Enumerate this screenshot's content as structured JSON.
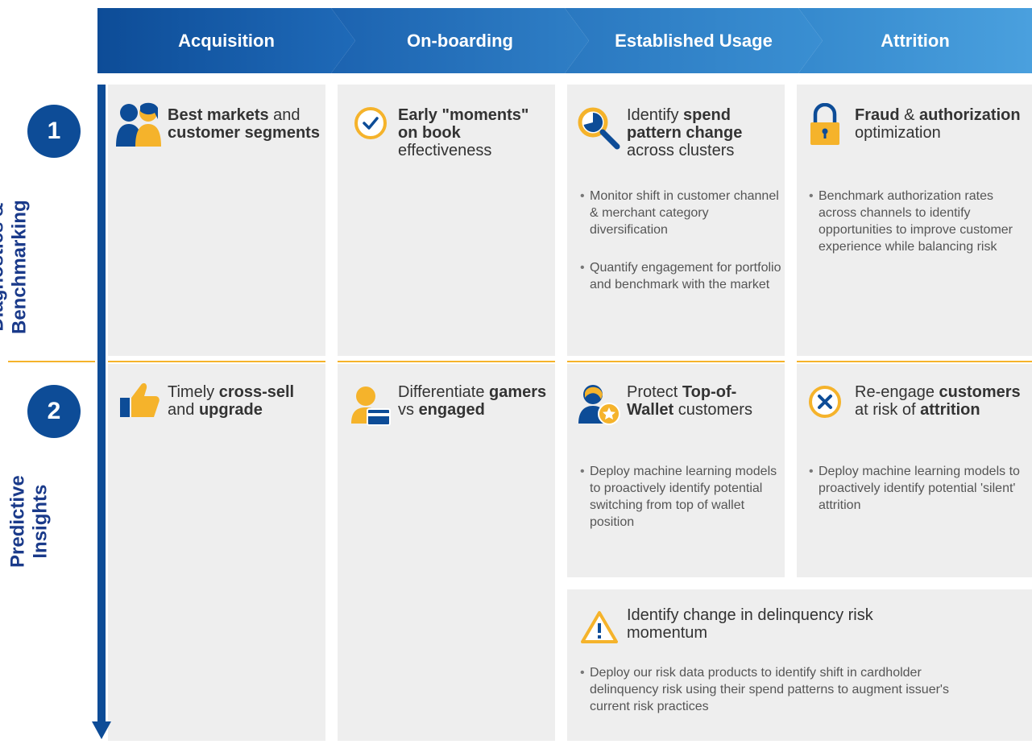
{
  "stages": [
    "Acquisition",
    "On-boarding",
    "Established Usage",
    "Attrition"
  ],
  "rows": [
    {
      "number": "1",
      "title_line1": "Diagnostics &",
      "title_line2": "Benchmarking"
    },
    {
      "number": "2",
      "title_line1": "Predictive",
      "title_line2": "Insights"
    }
  ],
  "cells": {
    "r1c1": {
      "head": [
        {
          "t": "Best markets",
          "b": true
        },
        {
          "t": " and ",
          "b": false
        },
        {
          "t": "customer segments",
          "b": true
        }
      ],
      "icon": "people-icon"
    },
    "r1c2": {
      "head": [
        {
          "t": "Early \"moments\" on book",
          "b": true
        },
        {
          "t": " effectiveness",
          "b": false
        }
      ],
      "icon": "check-circle-icon"
    },
    "r1c3": {
      "head": [
        {
          "t": "Identify ",
          "b": false
        },
        {
          "t": "spend pattern change",
          "b": true
        },
        {
          "t": " across clusters",
          "b": false
        }
      ],
      "icon": "magnifier-chart-icon",
      "bullets": [
        "Monitor shift in customer channel & merchant category diversification",
        "Quantify engagement for portfolio and benchmark with the market"
      ]
    },
    "r1c4": {
      "head": [
        {
          "t": "Fraud",
          "b": true
        },
        {
          "t": " & ",
          "b": false
        },
        {
          "t": "authorization",
          "b": true
        },
        {
          "t": " optimization",
          "b": false
        }
      ],
      "icon": "padlock-icon",
      "bullets": [
        "Benchmark authorization rates across channels to identify opportunities to improve customer experience while balancing risk"
      ]
    },
    "r2c1": {
      "head": [
        {
          "t": "Timely ",
          "b": false
        },
        {
          "t": "cross-sell",
          "b": true
        },
        {
          "t": " and ",
          "b": false
        },
        {
          "t": "upgrade",
          "b": true
        }
      ],
      "icon": "thumbs-up-icon"
    },
    "r2c2": {
      "head": [
        {
          "t": "Differentiate ",
          "b": false
        },
        {
          "t": "gamers",
          "b": true
        },
        {
          "t": " vs ",
          "b": false
        },
        {
          "t": "engaged",
          "b": true
        }
      ],
      "icon": "user-card-icon"
    },
    "r2c3": {
      "head": [
        {
          "t": "Protect ",
          "b": false
        },
        {
          "t": "Top-of-Wallet",
          "b": true
        },
        {
          "t": " customers",
          "b": false
        }
      ],
      "icon": "user-star-icon",
      "bullets": [
        "Deploy machine learning models to proactively identify potential switching from top of wallet position"
      ]
    },
    "r2c4": {
      "head": [
        {
          "t": "Re-engage ",
          "b": false
        },
        {
          "t": "customers",
          "b": true
        },
        {
          "t": " at risk of ",
          "b": false
        },
        {
          "t": "attrition",
          "b": true
        }
      ],
      "icon": "x-circle-icon",
      "bullets": [
        "Deploy machine learning models to proactively identify potential 'silent' attrition"
      ]
    },
    "r3": {
      "head": [
        {
          "t": "Identify change in delinquency risk momentum",
          "b": false
        }
      ],
      "icon": "warning-icon",
      "bullets": [
        "Deploy our risk data products to identify shift in cardholder delinquency risk using their spend patterns to augment issuer's current risk practices"
      ]
    }
  },
  "colors": {
    "navy": "#0d4c97",
    "gold": "#f5b32b",
    "panel": "#eeeeee",
    "row_title": "#1a3a8a"
  }
}
